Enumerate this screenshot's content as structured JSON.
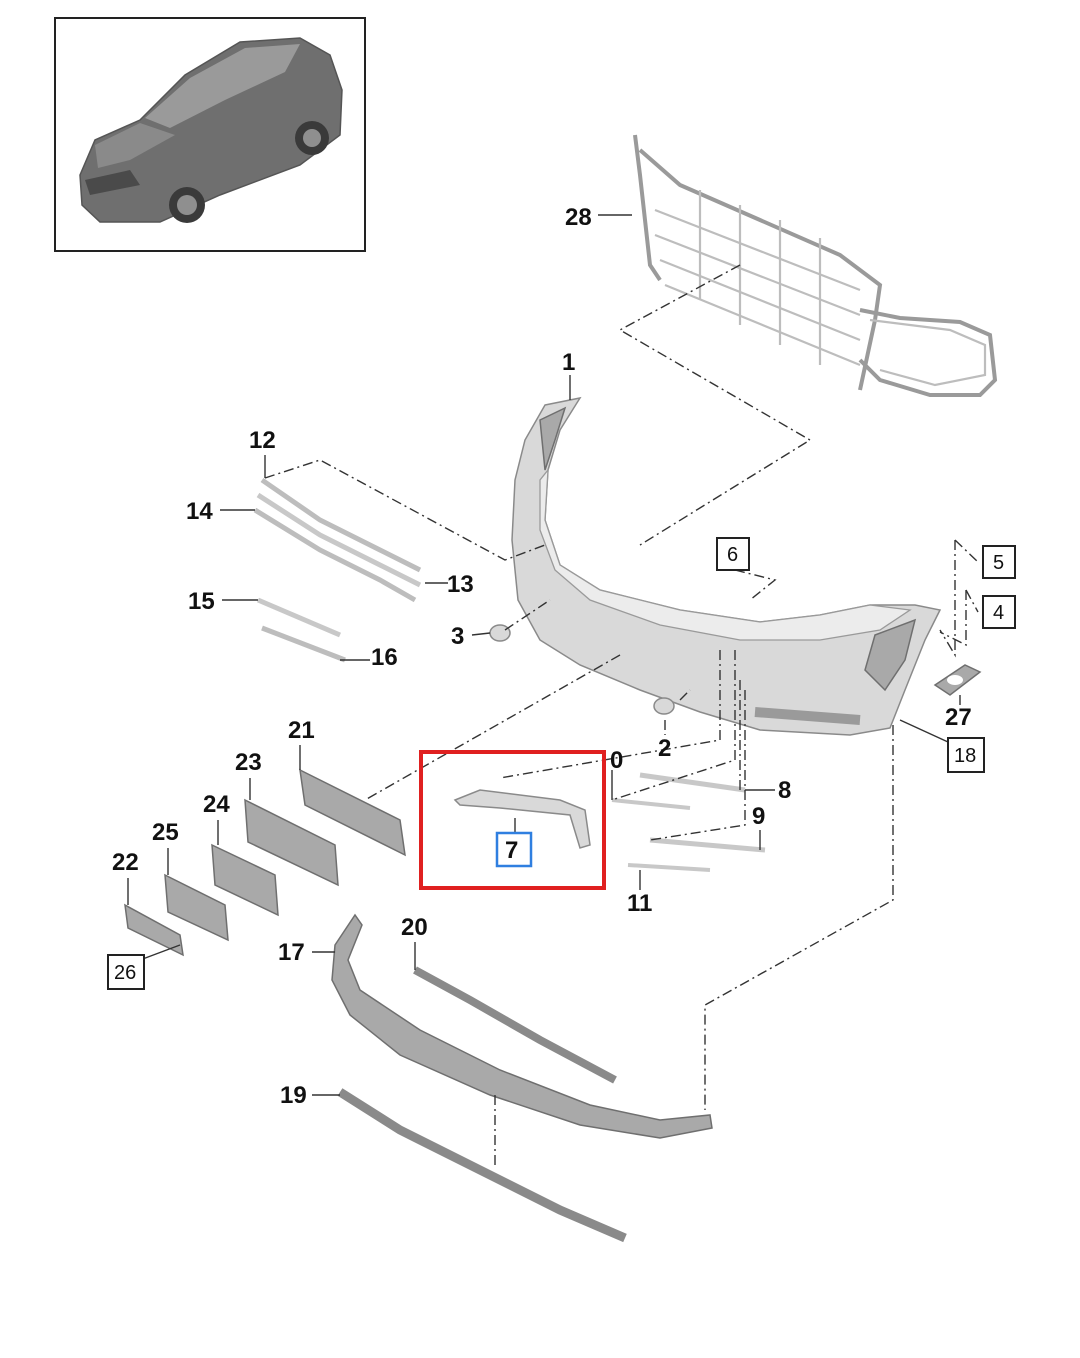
{
  "labels": {
    "l1": "1",
    "l2": "2",
    "l3": "3",
    "l7": "7",
    "l8": "8",
    "l9": "9",
    "l10": "0",
    "l11": "11",
    "l12": "12",
    "l13": "13",
    "l14": "14",
    "l15": "15",
    "l16": "16",
    "l17": "17",
    "l19": "19",
    "l20": "20",
    "l21": "21",
    "l22": "22",
    "l23": "23",
    "l24": "24",
    "l25": "25",
    "l27": "27",
    "l28": "28"
  },
  "boxed_labels": {
    "b4": "4",
    "b5": "5",
    "b6": "6",
    "b18": "18",
    "b26": "26"
  },
  "highlight": {
    "part_label": "7",
    "frame_color": "#e02020",
    "label_box_color": "#2f7fe0"
  }
}
